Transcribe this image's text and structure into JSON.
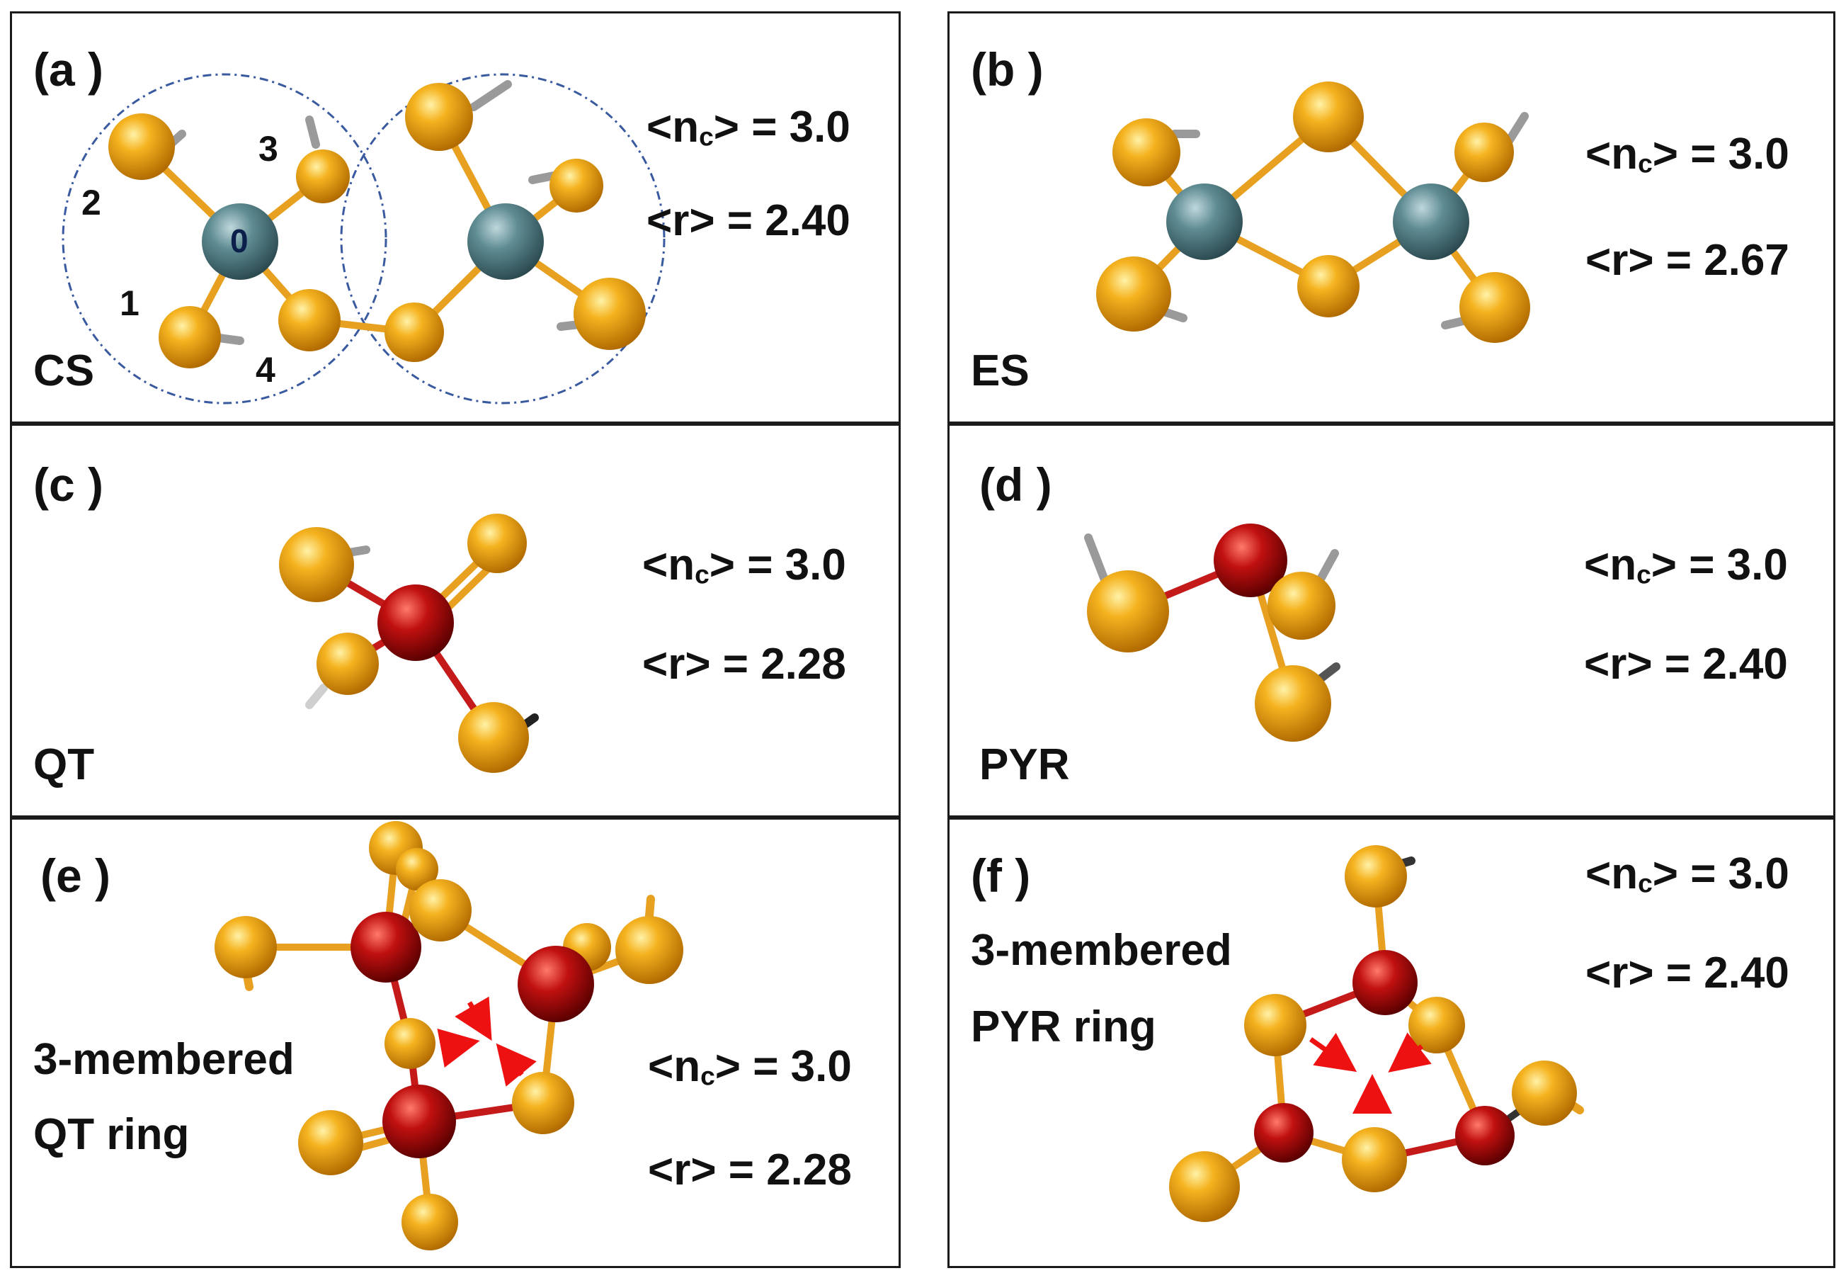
{
  "panels": {
    "a": {
      "letter": "(a )",
      "tag": "CS",
      "nc_label": "<n",
      "nc_sub": "c",
      "nc_value": "> = 3.0",
      "r_line": "<r> = 2.40",
      "atom_numbers": [
        "2",
        "3",
        "0",
        "1",
        "4"
      ]
    },
    "b": {
      "letter": "(b )",
      "tag": "ES",
      "nc_label": "<n",
      "nc_sub": "c",
      "nc_value": "> = 3.0",
      "r_line": "<r> = 2.67"
    },
    "c": {
      "letter": "(c )",
      "tag": "QT",
      "nc_label": "<n",
      "nc_sub": "c",
      "nc_value": "> = 3.0",
      "r_line": "<r> = 2.28"
    },
    "d": {
      "letter": "(d )",
      "tag": "PYR",
      "nc_label": "<n",
      "nc_sub": "c",
      "nc_value": "> = 3.0",
      "r_line": "<r> = 2.40"
    },
    "e": {
      "letter": "(e )",
      "tag_line1": "3-membered",
      "tag_line2": "QT ring",
      "nc_label": "<n",
      "nc_sub": "c",
      "nc_value": "> = 3.0",
      "r_line": "<r> = 2.28"
    },
    "f": {
      "letter": "(f )",
      "tag_line1": "3-membered",
      "tag_line2": "PYR ring",
      "nc_label": "<n",
      "nc_sub": "c",
      "nc_value": "> = 3.0",
      "r_line": "<r> = 2.40"
    }
  },
  "colors": {
    "sulfur": "#f2a40e",
    "tetrahedral_atom": "#5f8c93",
    "pyramidal_atom": "#b50e0e",
    "bond": "#e8a020",
    "arrow": "#ee1111",
    "guide_circle": "#3a5aa0"
  }
}
